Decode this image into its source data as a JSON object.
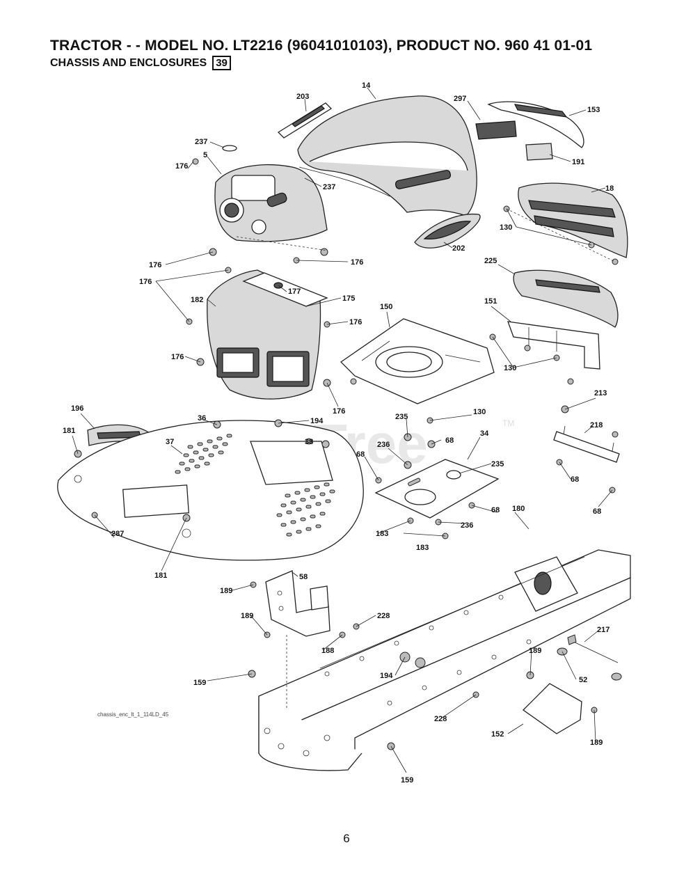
{
  "header": {
    "title": "TRACTOR - - MODEL NO. LT2216  (96041010103), PRODUCT NO. 960 41 01-01",
    "subtitle": "CHASSIS AND ENCLOSURES",
    "section_number": "39"
  },
  "watermark": {
    "text": "PartsTree",
    "trademark": "TM"
  },
  "drawing_code": "chassis_enc_lt_1_114LD_45",
  "page_number": "6",
  "callouts": [
    "203",
    "14",
    "297",
    "153",
    "237",
    "5",
    "176",
    "237",
    "191",
    "18",
    "130",
    "202",
    "176",
    "176",
    "176",
    "177",
    "175",
    "225",
    "182",
    "176",
    "150",
    "151",
    "176",
    "130",
    "176",
    "196",
    "36",
    "194",
    "213",
    "181",
    "38",
    "235",
    "130",
    "218",
    "37",
    "236",
    "68",
    "34",
    "68",
    "235",
    "68",
    "287",
    "183",
    "68",
    "236",
    "68",
    "180",
    "183",
    "181",
    "189",
    "58",
    "189",
    "228",
    "217",
    "188",
    "189",
    "194",
    "159",
    "52",
    "228",
    "152",
    "189",
    "159"
  ]
}
